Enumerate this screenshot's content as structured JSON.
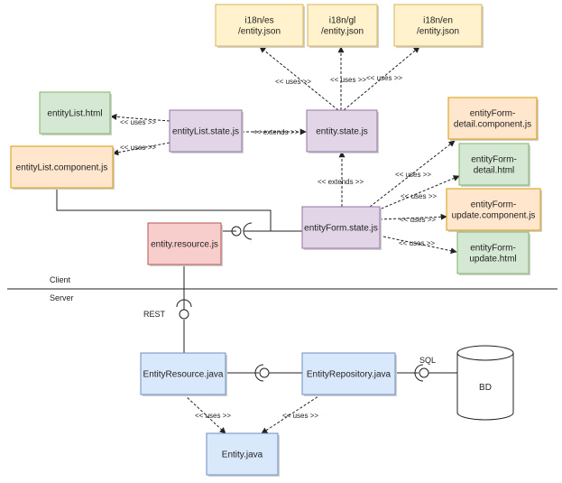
{
  "colors": {
    "yellow": {
      "fill": "#fff2cc",
      "stroke": "#d6b656"
    },
    "purple": {
      "fill": "#e1d5e7",
      "stroke": "#9673a6"
    },
    "green": {
      "fill": "#d5e8d4",
      "stroke": "#82b366"
    },
    "orange": {
      "fill": "#ffe6cc",
      "stroke": "#d79b00"
    },
    "red": {
      "fill": "#f8cecc",
      "stroke": "#b85450"
    },
    "blue": {
      "fill": "#dae8fc",
      "stroke": "#6c8ebf"
    },
    "db": {
      "fill": "#ffffff",
      "stroke": "#222222"
    }
  },
  "nodes": {
    "i18n_es": {
      "lines": [
        "i18n/es",
        "/entity.json"
      ],
      "color": "yellow"
    },
    "i18n_gl": {
      "lines": [
        "i18n/gl",
        "/entity.json"
      ],
      "color": "yellow"
    },
    "i18n_en": {
      "lines": [
        "i18n/en",
        "/entity.json"
      ],
      "color": "yellow"
    },
    "entityList_html": {
      "lines": [
        "entityList.html"
      ],
      "color": "green"
    },
    "entityList_state": {
      "lines": [
        "entityList.state.js"
      ],
      "color": "purple"
    },
    "entity_state": {
      "lines": [
        "entity.state.js"
      ],
      "color": "purple"
    },
    "entityList_component": {
      "lines": [
        "entityList.component.js"
      ],
      "color": "orange"
    },
    "entityForm_detail_component": {
      "lines": [
        "entityForm-",
        "detail.component.js"
      ],
      "color": "orange"
    },
    "entityForm_detail_html": {
      "lines": [
        "entityForm-",
        "detail.html"
      ],
      "color": "green"
    },
    "entityForm_update_component": {
      "lines": [
        "entityForm-",
        "update.component.js"
      ],
      "color": "orange"
    },
    "entityForm_update_html": {
      "lines": [
        "entityForm-",
        "update.html"
      ],
      "color": "green"
    },
    "entityForm_state": {
      "lines": [
        "entityForm.state.js"
      ],
      "color": "purple"
    },
    "entity_resource": {
      "lines": [
        "entity.resource.js"
      ],
      "color": "red"
    },
    "EntityResource": {
      "lines": [
        "EntityResource.java"
      ],
      "color": "blue"
    },
    "EntityRepository": {
      "lines": [
        "EntityRepository.java"
      ],
      "color": "blue"
    },
    "Entity": {
      "lines": [
        "Entity.java"
      ],
      "color": "blue"
    },
    "BD": {
      "lines": [
        "BD"
      ],
      "color": "db"
    }
  },
  "labels": {
    "uses": "<< uses >>",
    "extends": "<< extends >>",
    "client": "Client",
    "server": "Server",
    "rest": "REST",
    "sql": "SQL"
  }
}
